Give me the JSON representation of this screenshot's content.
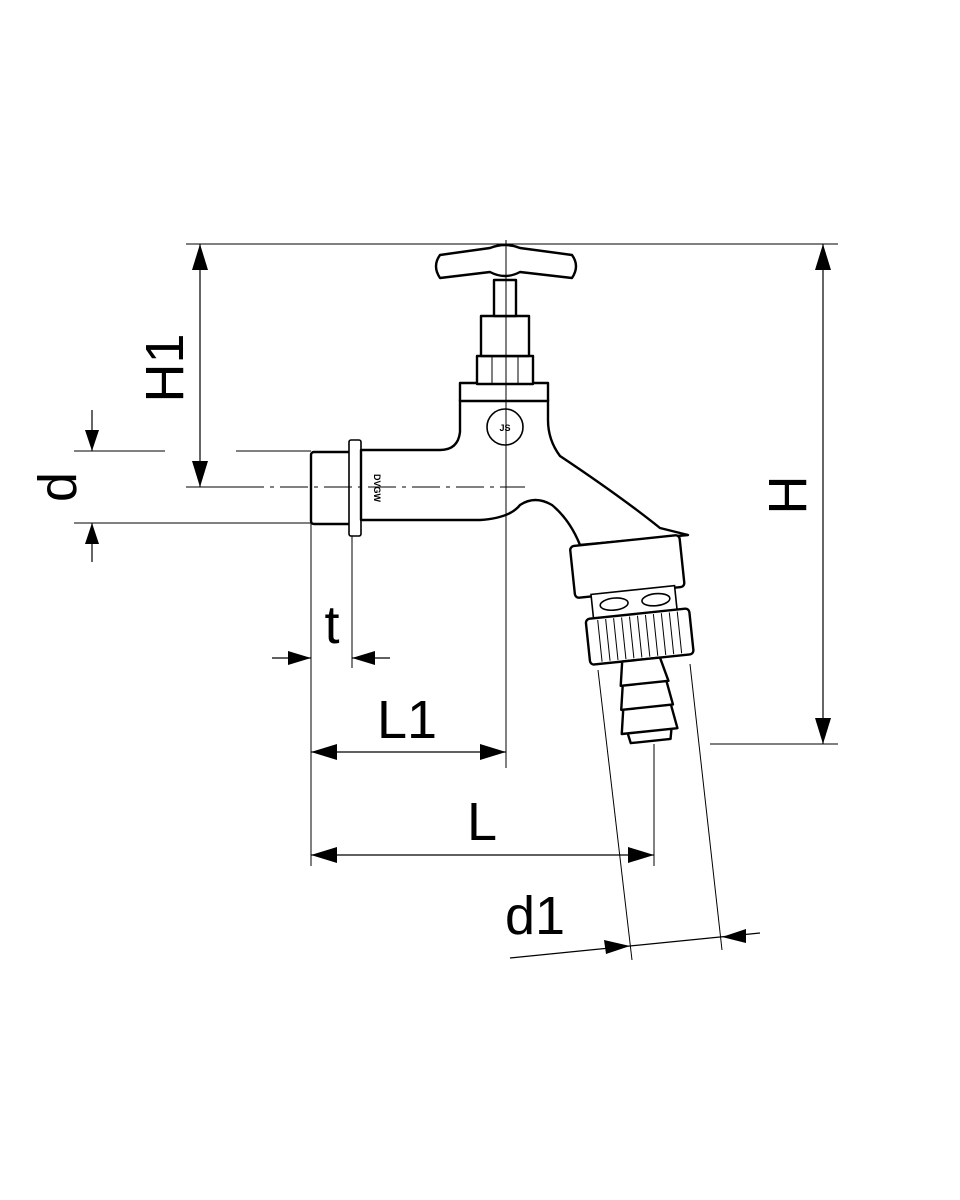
{
  "labels": {
    "H": "H",
    "H1": "H1",
    "d": "d",
    "t": "t",
    "L1": "L1",
    "L": "L",
    "d1": "d1"
  },
  "body_marking": "DVGW",
  "logo_text": "JS"
}
